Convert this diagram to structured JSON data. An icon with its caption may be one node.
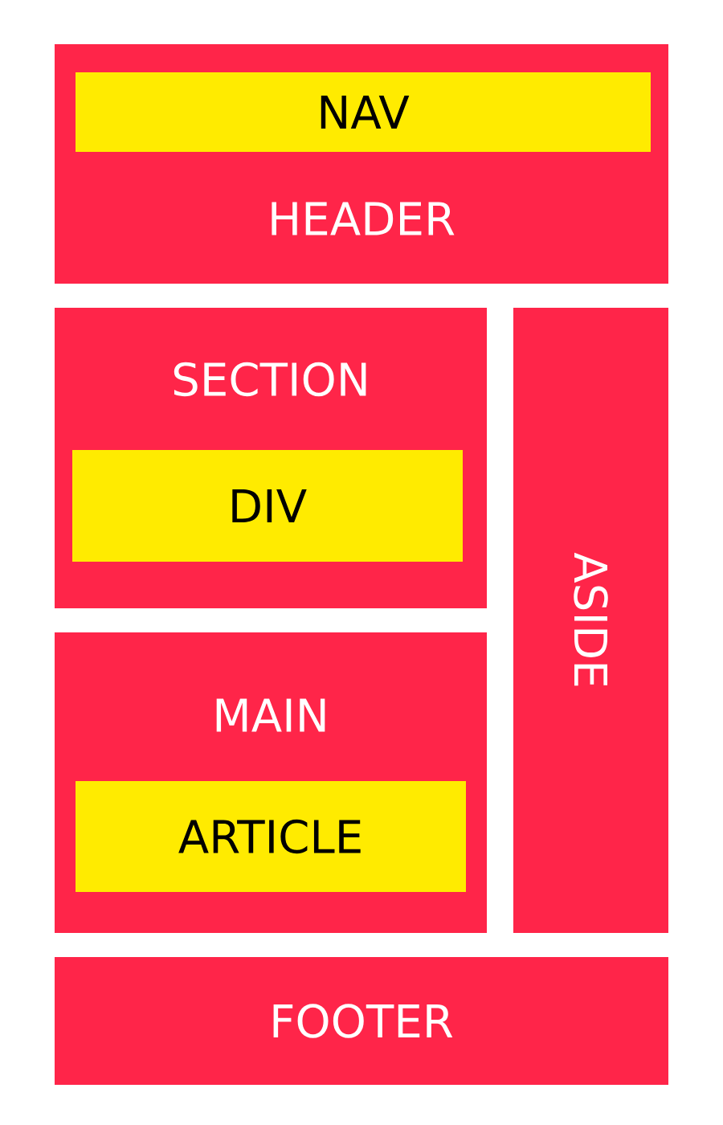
{
  "diagram": {
    "nodes": [
      {
        "text": [
          "HEADER"
        ]
      },
      {
        "text": [
          "NAV"
        ],
        "in": 0
      },
      {
        "text": [
          "SECTION"
        ]
      },
      {
        "text": [
          "DIV"
        ],
        "in": 2
      },
      {
        "text": [
          "MAIN"
        ]
      },
      {
        "text": [
          "ARTICLE"
        ],
        "in": 4
      },
      {
        "text": [
          "ASIDE"
        ]
      },
      {
        "text": [
          "FOOTER"
        ]
      }
    ]
  }
}
